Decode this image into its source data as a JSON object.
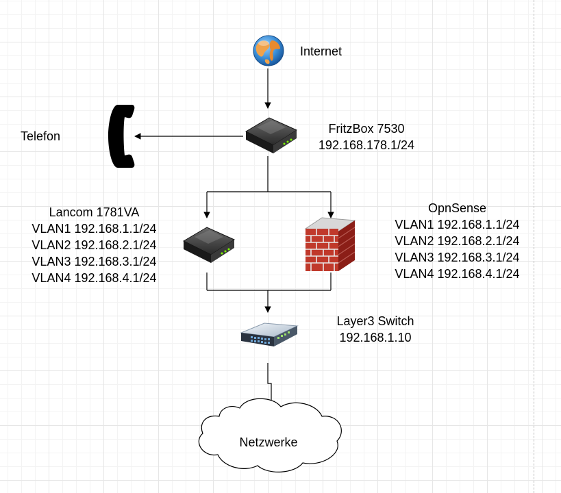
{
  "nodes": {
    "internet": {
      "label": "Internet",
      "icon": "globe-icon"
    },
    "telefon": {
      "label": "Telefon",
      "icon": "phone-handset-icon"
    },
    "fritzbox": {
      "lines": [
        "FritzBox 7530",
        "192.168.178.1/24"
      ],
      "icon": "router-icon"
    },
    "lancom": {
      "lines": [
        "Lancom 1781VA",
        "VLAN1 192.168.1.1/24",
        "VLAN2 192.168.2.1/24",
        "VLAN3 192.168.3.1/24",
        "VLAN4 192.168.4.1/24"
      ],
      "icon": "router-icon"
    },
    "opnsense": {
      "lines": [
        "OpnSense",
        "VLAN1 192.168.1.1/24",
        "VLAN2 192.168.2.1/24",
        "VLAN3 192.168.3.1/24",
        "VLAN4 192.168.4.1/24"
      ],
      "icon": "firewall-icon"
    },
    "switch": {
      "lines": [
        "Layer3 Switch",
        "192.168.1.10"
      ],
      "icon": "switch-icon"
    },
    "netzwerke": {
      "label": "Netzwerke",
      "icon": "cloud-icon"
    }
  },
  "colors": {
    "firewall": "#c0392b",
    "brick_mortar": "#e8e8e8",
    "switch_ports": "#1e2a3a",
    "router_body": "#2b2b2b"
  }
}
